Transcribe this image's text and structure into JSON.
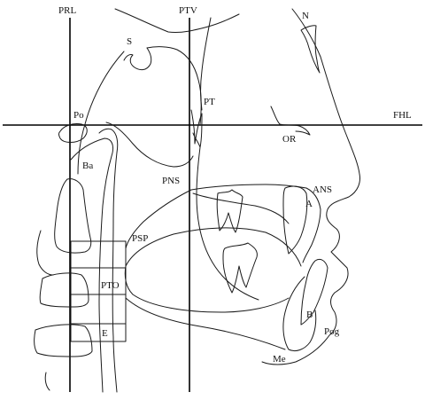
{
  "labels": {
    "prl": "PRL",
    "ptv": "PTV",
    "n": "N",
    "s": "S",
    "pt": "PT",
    "po": "Po",
    "fhl": "FHL",
    "or": "OR",
    "ba": "Ba",
    "pns": "PNS",
    "ans": "ANS",
    "a": "A",
    "psp": "PSP",
    "pto": "PTO",
    "b": "B",
    "pog": "Pog",
    "e": "E",
    "me": "Me"
  },
  "colors": {
    "line": "#1a1a1a",
    "reference": "#000000",
    "background": "#ffffff"
  }
}
